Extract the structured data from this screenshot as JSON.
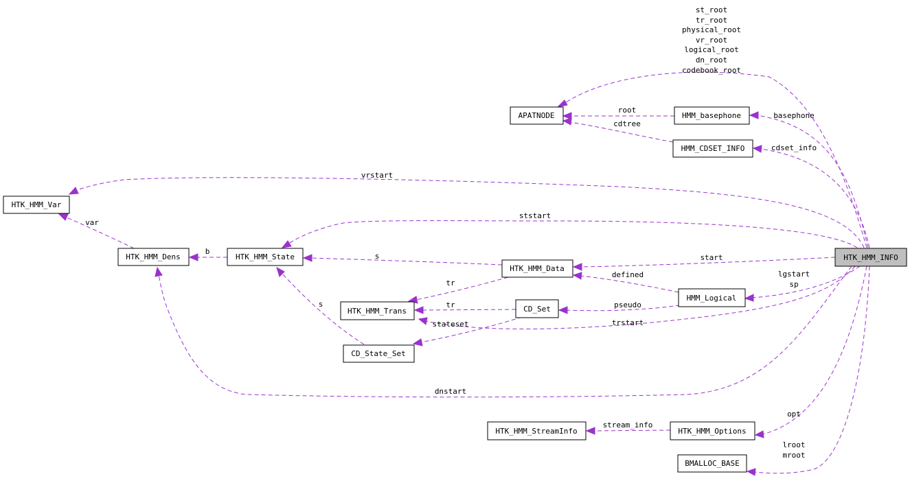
{
  "nodes": {
    "htk_hmm_info": "HTK_HMM_INFO",
    "apatnode": "APATNODE",
    "hmm_basephone": "HMM_basephone",
    "hmm_cdset_info": "HMM_CDSET_INFO",
    "htk_hmm_var": "HTK_HMM_Var",
    "htk_hmm_dens": "HTK_HMM_Dens",
    "htk_hmm_state": "HTK_HMM_State",
    "htk_hmm_data": "HTK_HMM_Data",
    "hmm_logical": "HMM_Logical",
    "htk_hmm_trans": "HTK_HMM_Trans",
    "cd_set": "CD_Set",
    "cd_state_set": "CD_State_Set",
    "htk_hmm_streaminfo": "HTK_HMM_StreamInfo",
    "htk_hmm_options": "HTK_HMM_Options",
    "bmalloc_base": "BMALLOC_BASE"
  },
  "edge_labels": {
    "roots": [
      "st_root",
      "tr_root",
      "physical_root",
      "vr_root",
      "logical_root",
      "dn_root",
      "codebook_root"
    ],
    "basephone": "basephone",
    "root": "root",
    "cdtree": "cdtree",
    "cdset_info": "cdset_info",
    "vrstart": "vrstart",
    "var": "var",
    "ststart": "ststart",
    "b": "b",
    "s_state": "s",
    "start": "start",
    "tr_data": "tr",
    "defined": "defined",
    "lgstart_sp": [
      "lgstart",
      "sp"
    ],
    "s_cdstate": "s",
    "tr_cdset": "tr",
    "pseudo": "pseudo",
    "stateset": "stateset",
    "trstart": "trstart",
    "dnstart": "dnstart",
    "opt": "opt",
    "stream_info": "stream_info",
    "lroot_mroot": [
      "lroot",
      "mroot"
    ]
  },
  "colors": {
    "edge": "#9a32cd",
    "highlight_node": "#bfbfbf",
    "node_border": "#000000",
    "background": "#ffffff"
  }
}
